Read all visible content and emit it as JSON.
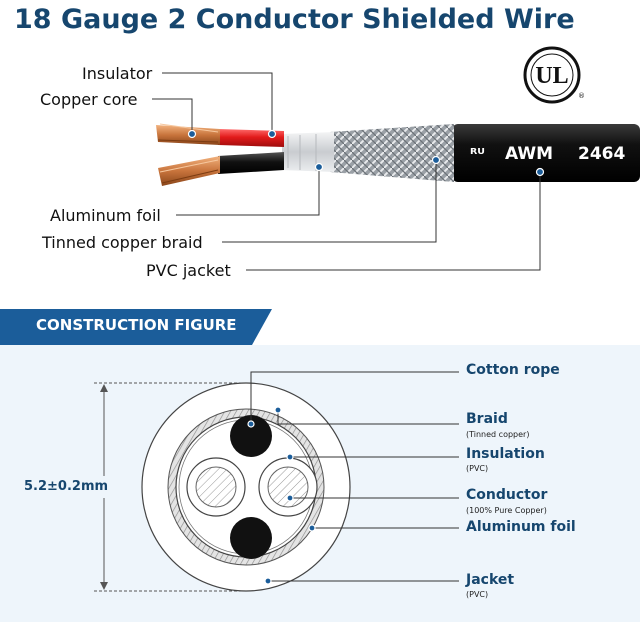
{
  "title": "18 Gauge 2 Conductor Shielded Wire",
  "top_labels": {
    "insulator": "Insulator",
    "copper_core": "Copper core",
    "aluminum_foil": "Aluminum foil",
    "tinned_copper_braid": "Tinned copper braid",
    "pvc_jacket": "PVC jacket"
  },
  "jacket_print": {
    "mark": "ᴿᵁ",
    "awm": "AWM",
    "code": "2464"
  },
  "cert_logo": "UL",
  "section_banner": "CONSTRUCTION FIGURE",
  "dimension": "5.2±0.2mm",
  "cross_section_labels": {
    "cotton_rope": "Cotton rope",
    "braid": "Braid",
    "braid_sub": "(Tinned copper)",
    "insulation": "Insulation",
    "insulation_sub": "(PVC)",
    "conductor": "Conductor",
    "conductor_sub": "(100% Pure Copper)",
    "aluminum_foil": "Aluminum foil",
    "jacket": "Jacket",
    "jacket_sub": "(PVC)"
  },
  "colors": {
    "brand_blue": "#16466e",
    "banner_blue": "#1b5d9a",
    "jacket_black": "#111111",
    "insulator_red": "#e21b1b",
    "copper": "#c8743c",
    "foil": "#d8dadc",
    "panel_bg": "#eef5fb"
  }
}
